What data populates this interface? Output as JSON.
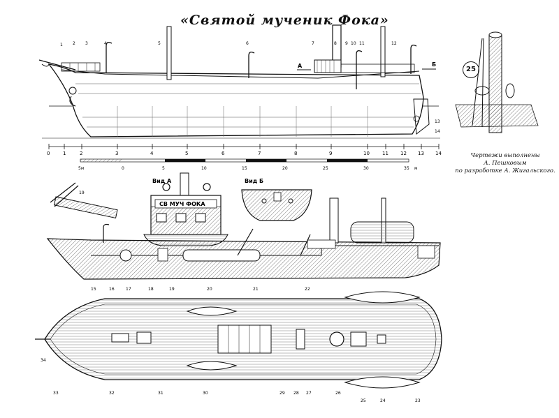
{
  "title": "«Святой мученик Фока»",
  "credits": {
    "line1": "Чертежи выполнены",
    "line2": "А. Пешковым",
    "line3": "по разработке А. Жигальского."
  },
  "detail_number": "25",
  "view_a_label": "Вид А",
  "view_b_label": "Вид Б",
  "section_a_marker": "А",
  "section_b_marker": "Б",
  "stern_nameplate": "СВ МУЧ ФОКА",
  "station_scale": [
    "0",
    "1",
    "2",
    "3",
    "4",
    "5",
    "6",
    "7",
    "8",
    "9",
    "10",
    "11",
    "12",
    "13",
    "14"
  ],
  "meter_scale": [
    "5м",
    "0",
    "5",
    "10",
    "15",
    "20",
    "25",
    "30",
    "35"
  ],
  "meter_unit": "м",
  "profile_callouts": [
    "1",
    "2",
    "3",
    "4",
    "5",
    "6",
    "7",
    "8",
    "9",
    "10",
    "11",
    "12",
    "13",
    "14"
  ],
  "detail_callout": "19",
  "plan_callouts_top": [
    "15",
    "16",
    "17",
    "18",
    "19",
    "20",
    "21",
    "22"
  ],
  "plan_callouts_bottom": [
    "34",
    "33",
    "32",
    "31",
    "30",
    "29",
    "28",
    "27",
    "26",
    "25",
    "24",
    "23"
  ]
}
